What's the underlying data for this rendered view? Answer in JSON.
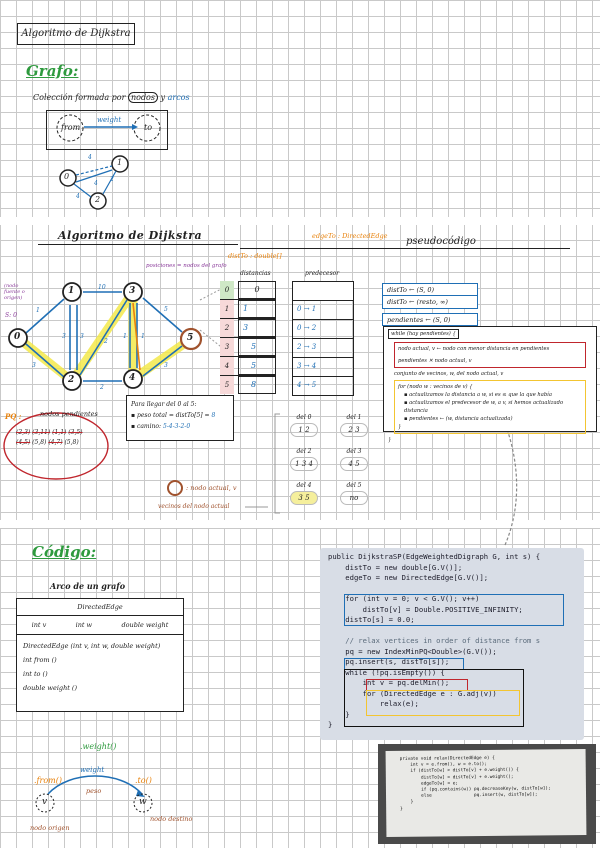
{
  "header": {
    "title": "Algoritmo de Dijkstra"
  },
  "grafo": {
    "heading": "Grafo:",
    "desc_pre": "Colección formada por",
    "desc_nodos": "nodos",
    "desc_y": "y",
    "desc_arcos": "arcos",
    "from": "from",
    "weight": "weight",
    "to": "to",
    "mini_nodes": [
      "0",
      "1",
      "2"
    ],
    "mini_w1": "4",
    "mini_w2": "4",
    "mini_w3": "2",
    "mini_w4": "4"
  },
  "dijkstra": {
    "title": "Algoritmo de Dijkstra",
    "pseudo_title": "pseudocódigo",
    "edgeto_note": "edgeTo : DirectedEdge",
    "distto_note": "distTo : double[]",
    "nodo_fuente": "(nodo fuente o origen)",
    "s_label": "S:",
    "s_value": "0",
    "posiciones": "posiciones = nodos del grafo",
    "distancias_header": "distancias",
    "predecesor_header": "predecesor",
    "nodes": [
      "0",
      "1",
      "2",
      "3",
      "4",
      "5"
    ],
    "edges": [
      {
        "from": "0",
        "to": "1",
        "weight": "1"
      },
      {
        "from": "0",
        "to": "2",
        "weight": "3"
      },
      {
        "from": "1",
        "to": "3",
        "weight": "10"
      },
      {
        "from": "1",
        "to": "2",
        "weight": "3"
      },
      {
        "from": "2",
        "to": "1",
        "weight": "3"
      },
      {
        "from": "2",
        "to": "3",
        "weight": "2"
      },
      {
        "from": "2",
        "to": "4",
        "weight": "2"
      },
      {
        "from": "3",
        "to": "4",
        "weight": "1"
      },
      {
        "from": "3",
        "to": "5",
        "weight": "5"
      },
      {
        "from": "4",
        "to": "3",
        "weight": "1"
      },
      {
        "from": "4",
        "to": "5",
        "weight": "3"
      }
    ],
    "dist_rows": [
      {
        "idx": "0",
        "val": "0"
      },
      {
        "idx": "1",
        "val": "1"
      },
      {
        "idx": "2",
        "val": "3"
      },
      {
        "idx": "3",
        "val": "5"
      },
      {
        "idx": "4",
        "val": "5"
      },
      {
        "idx": "5",
        "val": "8"
      }
    ],
    "pred_rows": [
      {
        "from": "",
        "to": ""
      },
      {
        "from": "0",
        "to": "1"
      },
      {
        "from": "0",
        "to": "2"
      },
      {
        "from": "2",
        "to": "3"
      },
      {
        "from": "3",
        "to": "4"
      },
      {
        "from": "4",
        "to": "5"
      }
    ],
    "path_title": "Para llegar del 0 al 5:",
    "path_peso_label": "peso total = distTo[5] =",
    "path_peso_value": "8",
    "path_camino_label": "camino:",
    "path_camino_value": "5-4-3-2-0",
    "pq_label": "PQ :",
    "pq_title": "nodos pendientes",
    "pq_items": [
      "(2,3)",
      "(3,11)",
      "(1,1)",
      "(3,5)",
      "(4,5)",
      "(5,8)",
      "(4,7)",
      "(5,8)"
    ],
    "nodo_actual_label": ": nodo actual, v",
    "vecinos_label": "vecinos del nodo actual",
    "vecinos": [
      {
        "label": "del 0",
        "value": "1 2"
      },
      {
        "label": "del 1",
        "value": "2 3"
      },
      {
        "label": "del 2",
        "value": "1 3 4"
      },
      {
        "label": "del 3",
        "value": "4 5"
      },
      {
        "label": "del 4",
        "value": "3 5"
      },
      {
        "label": "del 5",
        "value": "no"
      }
    ],
    "init": [
      {
        "left": "distTo",
        "right": "(S, 0)"
      },
      {
        "left": "distTo",
        "right": "(resto, ∞)"
      },
      {
        "left": "pendientes",
        "right": "(S, 0)"
      }
    ],
    "pseudo_while": "while (hay pendientes) {",
    "pseudo_l1": "nodo actual, v ← nodo con menor distancia en pendientes",
    "pseudo_l2": "pendientes ✕ nodo actual, v",
    "pseudo_l3": "conjunto de vecinos, w, del nodo actual, v",
    "pseudo_for": "for (nodo w : vecinos de v) {",
    "pseudo_b1": "actualizamos la distancia a w, si es ≤ que la que había",
    "pseudo_b2": "actualizamos el predecesor de w, a v, si hemos actualizado distancia",
    "pseudo_b3": "pendientes ← (w, distancia actualizada)",
    "pseudo_close1": "}",
    "pseudo_close2": "}"
  },
  "codigo": {
    "heading": "Código:",
    "arco_title": "Arco de un grafo",
    "class_name": "DirectedEdge",
    "fields": [
      "int v",
      "int w",
      "double weight"
    ],
    "constructor": "DirectedEdge (int v, int w, double weight)",
    "methods": [
      "int from ()",
      "int to ()",
      "double weight ()"
    ],
    "weight_call": ".weight()",
    "from_call": ".from()",
    "to_call": ".to()",
    "weight_label": "weight",
    "peso_label": "peso",
    "v_node": "v",
    "w_node": "w",
    "origen_label": "nodo origen",
    "destino_label": "nodo destino",
    "java_code": [
      "public DijkstraSP(EdgeWeightedDigraph G, int s) {",
      "    distTo = new double[G.V()];",
      "    edgeTo = new DirectedEdge[G.V()];",
      "",
      "    for (int v = 0; v < G.V(); v++)",
      "        distTo[v] = Double.POSITIVE_INFINITY;",
      "    distTo[s] = 0.0;",
      "",
      "    // relax vertices in order of distance from s",
      "    pq = new IndexMinPQ<Double>(G.V());",
      "    pq.insert(s, distTo[s]);",
      "    while (!pq.isEmpty()) {",
      "        int v = pq.delMin();",
      "        for (DirectedEdge e : G.adj(v))",
      "            relax(e);",
      "    }",
      "}"
    ],
    "relax_code": [
      "private void relax(DirectedEdge e) {",
      "    int v = e.from(), w = e.to();",
      "    if (distTo[w] > distTo[v] + e.weight()) {",
      "        distTo[w] = distTo[v] + e.weight();",
      "        edgeTo[w] = e;",
      "        if (pq.contains(w)) pq.decreaseKey(w, distTo[w]);",
      "        else                pq.insert(w, distTo[w]);",
      "    }",
      "}"
    ]
  },
  "colors": {
    "blue": "#1f6fb5",
    "orange": "#e8820c",
    "yellow": "#f3e94a",
    "red": "#c0262d",
    "green": "#2e9a3e",
    "purple": "#8a3a9a",
    "brown": "#a0522d",
    "teal": "#2aa19a"
  }
}
